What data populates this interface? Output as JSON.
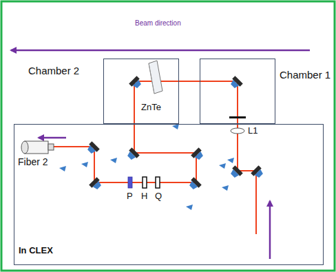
{
  "diagram": {
    "nodes": [
      {
        "text": [
          "Chamber 2"
        ]
      },
      {
        "text": [
          "Chamber 1"
        ]
      },
      {
        "text": [
          "In CLEX"
        ]
      }
    ],
    "labels": [
      "Beam direction",
      "ZnTe",
      "L1",
      "Fiber 2",
      "P",
      "H",
      "Q"
    ]
  }
}
